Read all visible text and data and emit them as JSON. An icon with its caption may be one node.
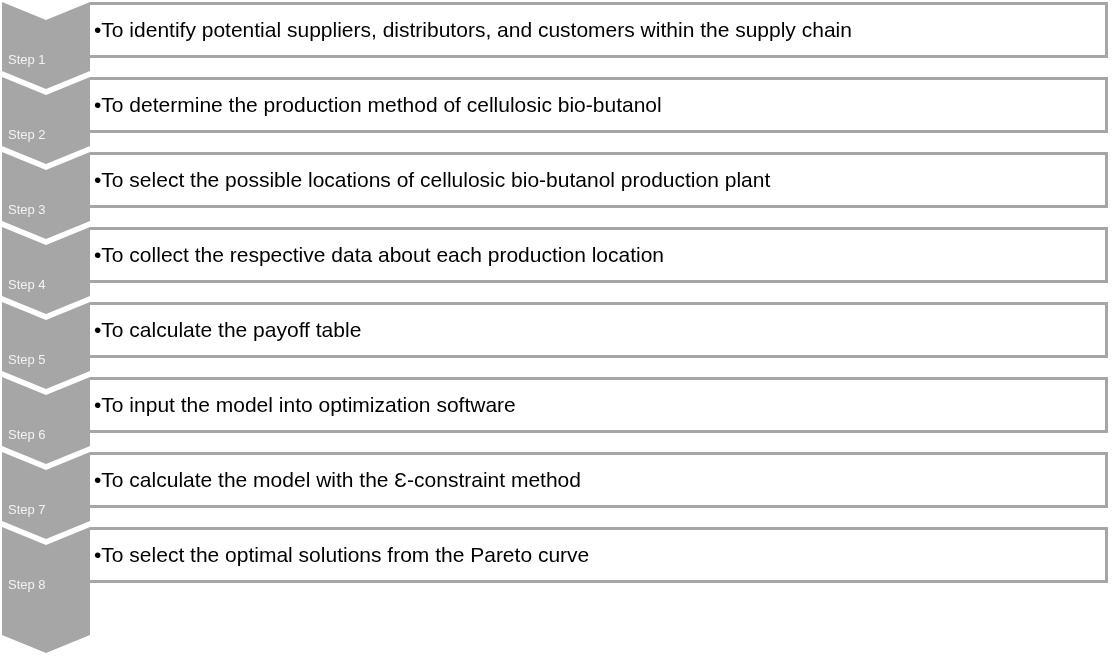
{
  "diagram": {
    "nodes": [
      {
        "text": [
          "Step 1"
        ]
      },
      {
        "text": [
          "•To identify potential suppliers, distributors, and customers within the supply chain"
        ]
      },
      {
        "text": [
          "Step 2"
        ]
      },
      {
        "text": [
          "•To determine the production method of cellulosic bio-butanol"
        ]
      },
      {
        "text": [
          "Step 3"
        ]
      },
      {
        "text": [
          "•To select the possible locations of cellulosic bio-butanol production plant"
        ]
      },
      {
        "text": [
          "Step 4"
        ]
      },
      {
        "text": [
          "•To collect the respective data about each production location"
        ]
      },
      {
        "text": [
          "Step 5"
        ]
      },
      {
        "text": [
          "•To calculate the payoff table"
        ]
      },
      {
        "text": [
          "Step 6"
        ]
      },
      {
        "text": [
          "•To input the model into optimization software"
        ]
      },
      {
        "text": [
          "Step 7"
        ]
      },
      {
        "text": [
          "•To calculate the model with the Ɛ-constraint method"
        ]
      },
      {
        "text": [
          "Step 8"
        ]
      },
      {
        "text": [
          "•To select the optimal solutions from the Pareto curve"
        ]
      }
    ],
    "edges": []
  }
}
